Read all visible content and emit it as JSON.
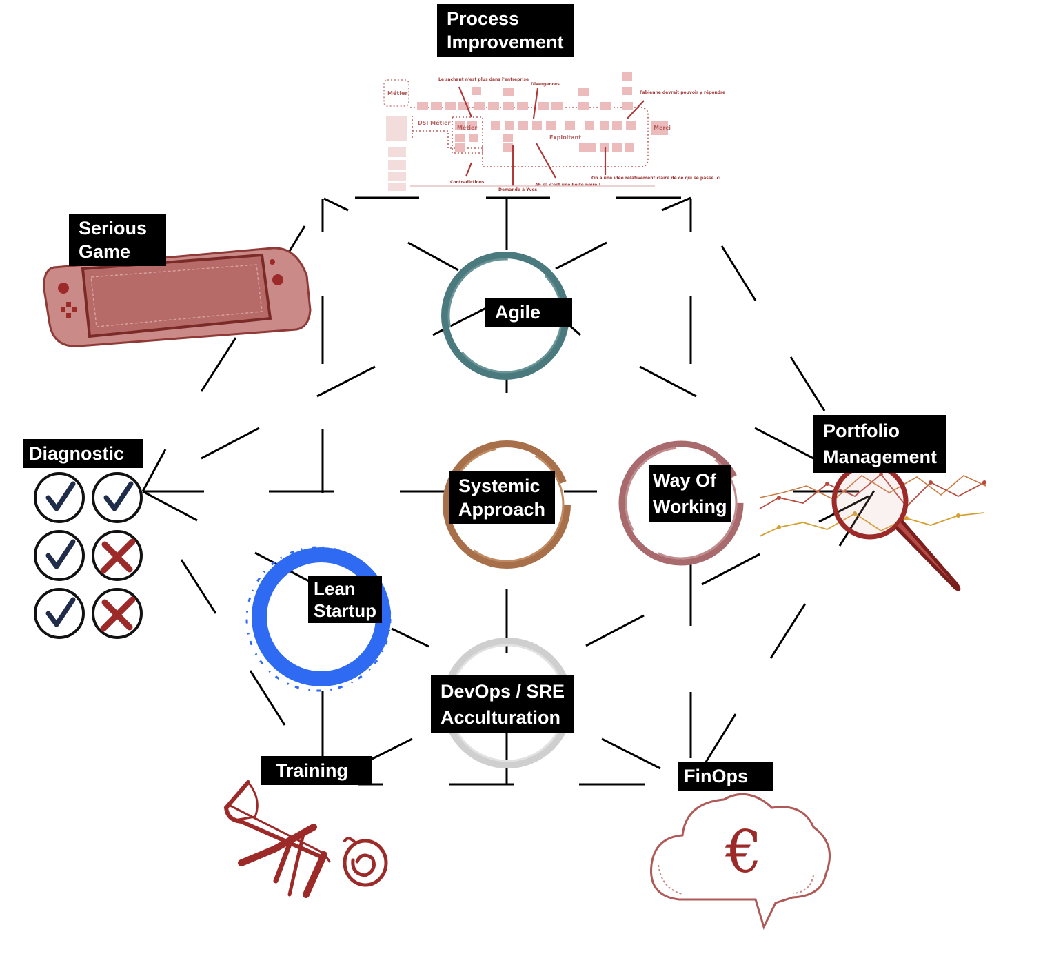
{
  "labels": {
    "process_improvement": [
      "Process",
      "Improvement"
    ],
    "serious_game": [
      "Serious",
      "Game"
    ],
    "agile": "Agile",
    "diagnostic": "Diagnostic",
    "systemic_approach": [
      "Systemic",
      "Approach"
    ],
    "way_of_working": [
      "Way Of",
      "Working"
    ],
    "portfolio_management": [
      "Portfolio",
      "Management"
    ],
    "lean_startup": [
      "Lean",
      "Startup"
    ],
    "devops_sre": [
      "DevOps / SRE",
      "Acculturation"
    ],
    "training": "Training",
    "finops": "FinOps"
  },
  "process_map": {
    "metier": "Métier",
    "dsi_metier": "DSI Métier",
    "metier_inner": "Métier",
    "exploitant": "Exploitant",
    "merci": "Merci",
    "note_sachant": "Le sachant n'est plus dans l'entreprise",
    "note_divergences": "Divergences",
    "note_fabienne": "Fabienne devrait pouvoir y répondre",
    "note_contradictions": "Contradictions",
    "note_demande": "Demande à Yves",
    "note_boite": "Ah ça c'est une boite noire !",
    "note_idee": "On a une idée relativement claire de ce qui se passe ici"
  },
  "finops_symbol": "€",
  "colors": {
    "agile": "#4a7a7e",
    "systemic": "#a8704a",
    "way_of_working": "#a86a6c",
    "lean_startup": "#2f6bf2",
    "devops": "#cccccc",
    "illustration": "#9c2a28",
    "check_blue": "#1f2d4a",
    "label_bg": "#000000",
    "label_fg": "#ffffff"
  }
}
